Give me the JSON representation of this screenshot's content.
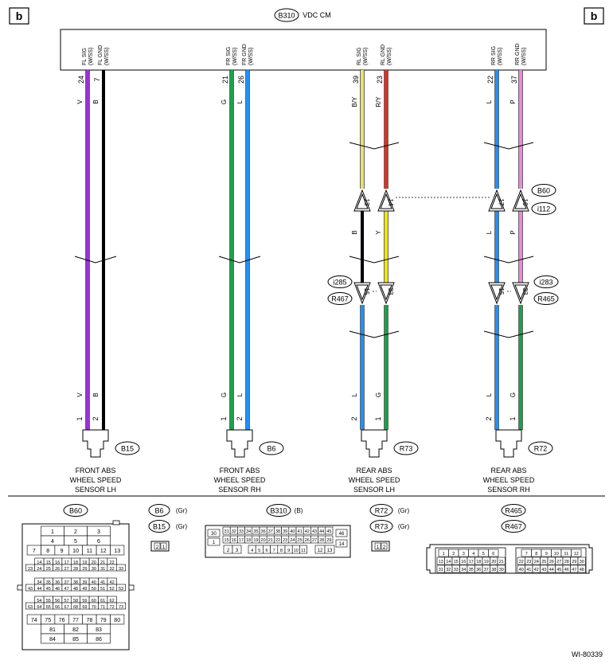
{
  "page_markers": [
    "b",
    "b"
  ],
  "module": {
    "code": "B310",
    "name": "VDC CM"
  },
  "channels": [
    {
      "pins": [
        {
          "label": "FL SIG",
          "sub": "(W/SS)",
          "pin": "24",
          "top_color": "V",
          "bottom_color": "V",
          "sensor_pin": "1",
          "wire_top": "#9b30d8",
          "wire_bottom": "#9b30d8"
        },
        {
          "label": "FL GND",
          "sub": "(W/SS)",
          "pin": "7",
          "top_color": "B",
          "bottom_color": "B",
          "sensor_pin": "2",
          "wire_top": "#000000",
          "wire_bottom": "#000000"
        }
      ],
      "sensor": {
        "code": "B15",
        "name_lines": [
          "FRONT ABS",
          "WHEEL SPEED",
          "SENSOR LH"
        ]
      }
    },
    {
      "pins": [
        {
          "label": "FR SIG",
          "sub": "(W/SS)",
          "pin": "21",
          "top_color": "G",
          "bottom_color": "G",
          "sensor_pin": "1",
          "wire_top": "#1aa24a",
          "wire_bottom": "#1aa24a"
        },
        {
          "label": "FR GND",
          "sub": "(W/SS)",
          "pin": "26",
          "top_color": "L",
          "bottom_color": "L",
          "sensor_pin": "2",
          "wire_top": "#1e90ff",
          "wire_bottom": "#1e90ff"
        }
      ],
      "sensor": {
        "code": "B6",
        "name_lines": [
          "FRONT ABS",
          "WHEEL SPEED",
          "SENSOR RH"
        ]
      }
    },
    {
      "pins": [
        {
          "label": "RL SIG",
          "sub": "(W/SS)",
          "pin": "39",
          "top_color": "B/Y",
          "mid_color": "B",
          "bottom_color": "L",
          "sensor_pin": "2",
          "conn1_pin": "13",
          "conn2_pin": "15",
          "wire_top": "#e8e070",
          "wire_mid": "#000000",
          "wire_bottom": "#1e90ff"
        },
        {
          "label": "RL GND",
          "sub": "(W/SS)",
          "pin": "23",
          "top_color": "R/Y",
          "mid_color": "Y",
          "bottom_color": "G",
          "sensor_pin": "1",
          "conn1_pin": "14",
          "conn2_pin": "33",
          "wire_top": "#e03020",
          "wire_mid": "#f2e600",
          "wire_bottom": "#1aa24a"
        }
      ],
      "sensor": {
        "code": "R73",
        "name_lines": [
          "REAR ABS",
          "WHEEL SPEED",
          "SENSOR LH"
        ]
      },
      "conn2_codes": [
        "i285",
        "R467"
      ]
    },
    {
      "pins": [
        {
          "label": "RR SIG",
          "sub": "(W/SS)",
          "pin": "22",
          "top_color": "L",
          "mid_color": "L",
          "bottom_color": "L",
          "sensor_pin": "2",
          "conn1_pin": "17",
          "conn2_pin": "15",
          "wire_top": "#1e90ff",
          "wire_mid": "#1e90ff",
          "wire_bottom": "#1e90ff"
        },
        {
          "label": "RR GND",
          "sub": "(W/SS)",
          "pin": "37",
          "top_color": "P",
          "mid_color": "P",
          "bottom_color": "G",
          "sensor_pin": "1",
          "conn1_pin": "16",
          "conn2_pin": "33",
          "wire_top": "#ee88e0",
          "wire_mid": "#ee88e0",
          "wire_bottom": "#1aa24a"
        }
      ],
      "sensor": {
        "code": "R72",
        "name_lines": [
          "REAR ABS",
          "WHEEL SPEED",
          "SENSOR RH"
        ]
      },
      "conn1_codes": [
        "B60",
        "i112"
      ],
      "conn2_codes": [
        "i283",
        "R465"
      ]
    }
  ],
  "legend": {
    "b60": {
      "code": "B60",
      "rows": [
        [
          "1",
          "2",
          "3"
        ],
        [
          "4",
          "5",
          "6"
        ],
        [
          "7",
          "8",
          "9",
          "10",
          "11",
          "12",
          "13"
        ],
        [
          "14",
          "15",
          "16",
          "17",
          "18",
          "19",
          "20",
          "21",
          "22"
        ],
        [
          "23",
          "24",
          "25",
          "26",
          "27",
          "28",
          "29",
          "30",
          "31",
          "32",
          "33"
        ],
        [
          "34",
          "35",
          "36",
          "37",
          "38",
          "39",
          "40",
          "41",
          "42"
        ],
        [
          "43",
          "44",
          "45",
          "46",
          "47",
          "48",
          "49",
          "50",
          "51",
          "52",
          "53"
        ],
        [
          "54",
          "55",
          "56",
          "57",
          "58",
          "59",
          "60",
          "61",
          "62"
        ],
        [
          "63",
          "64",
          "65",
          "66",
          "67",
          "68",
          "69",
          "70",
          "71",
          "72",
          "73"
        ],
        [
          "74",
          "75",
          "76",
          "77",
          "78",
          "79",
          "80"
        ],
        [
          "81",
          "82",
          "83"
        ],
        [
          "84",
          "85",
          "86"
        ]
      ]
    },
    "b6_b15": {
      "codes": [
        "B6",
        "B15"
      ],
      "color_note": "(Gr)",
      "pins": [
        "2",
        "1"
      ]
    },
    "b310": {
      "code": "B310",
      "color_note": "(B)",
      "top_row": [
        "31",
        "32",
        "33",
        "34",
        "35",
        "36",
        "37",
        "38",
        "39",
        "40",
        "41",
        "42",
        "43",
        "44",
        "45"
      ],
      "mid_row": [
        "15",
        "16",
        "17",
        "18",
        "19",
        "20",
        "21",
        "22",
        "23",
        "24",
        "25",
        "26",
        "27",
        "28",
        "29"
      ],
      "bot_row": [
        "4",
        "5",
        "6",
        "7",
        "8",
        "9",
        "10",
        "11"
      ],
      "left_a": [
        "30",
        "1"
      ],
      "left_b": [
        "2",
        "3"
      ],
      "right_a": [
        "46",
        "14"
      ],
      "right_b": [
        "12",
        "13"
      ]
    },
    "r72_r73": {
      "codes": [
        "R72",
        "R73"
      ],
      "color_note": "(Gr)",
      "pins": [
        "1",
        "2"
      ]
    },
    "r465_r467": {
      "codes": [
        "R465",
        "R467"
      ],
      "left_rows": [
        [
          "1",
          "2",
          "3",
          "4",
          "5",
          "6"
        ],
        [
          "13",
          "14",
          "15",
          "16",
          "17",
          "18",
          "19",
          "20",
          "21"
        ],
        [
          "31",
          "32",
          "33",
          "34",
          "35",
          "36",
          "37",
          "38",
          "39"
        ]
      ],
      "right_rows": [
        [
          "7",
          "8",
          "9",
          "10",
          "11",
          "12"
        ],
        [
          "22",
          "23",
          "24",
          "25",
          "26",
          "27",
          "28",
          "29",
          "30"
        ],
        [
          "40",
          "41",
          "42",
          "43",
          "44",
          "45",
          "46",
          "47",
          "48"
        ]
      ]
    }
  },
  "figure_id": "WI-80339"
}
